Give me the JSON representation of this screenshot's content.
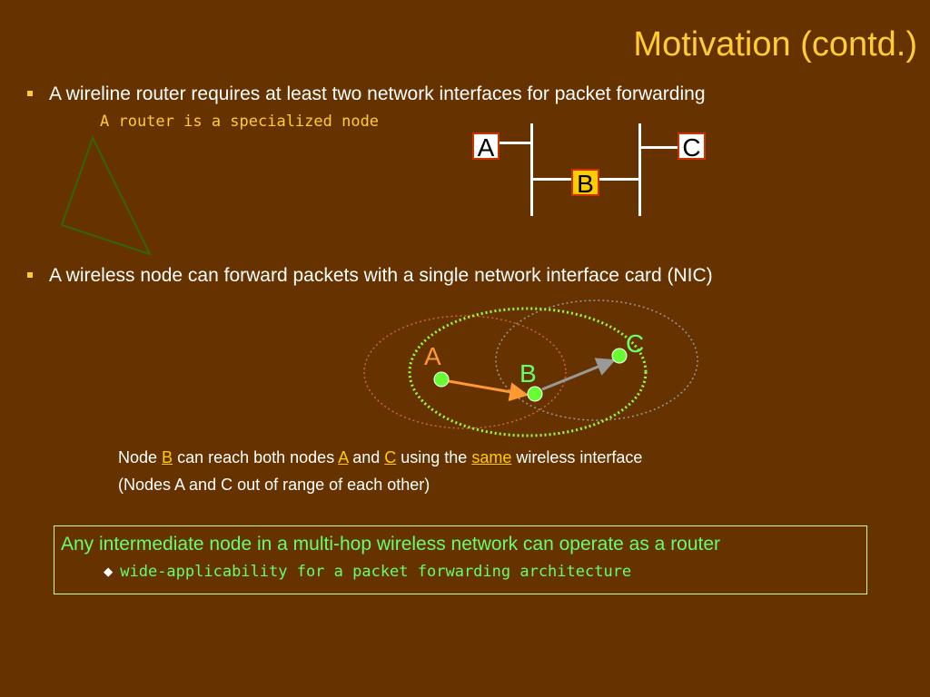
{
  "slide": {
    "title": "Motivation (contd.)",
    "bullet1": "A wireline router requires at least two network interfaces for packet forwarding",
    "router_note": "A router is a  specialized node",
    "wired_nodes": {
      "a": "A",
      "b": "B",
      "c": "C"
    },
    "bullet2": "A wireless node can forward packets with a single network interface card (NIC)",
    "wireless_nodes": {
      "a": "A",
      "b": "B",
      "c": "C"
    },
    "note": {
      "part1": "Node ",
      "b": "B",
      "part2": " can reach both nodes ",
      "a": "A",
      "part3": " and ",
      "c": "C",
      "part4": " using the ",
      "same": "same",
      "part5": " wireless interface",
      "line2": "(Nodes A and C out of range of each other)"
    },
    "conclusion": {
      "main": "Any intermediate node in a multi-hop wireless network can operate as a router",
      "diamond": "◆",
      "sub": "wide-applicability for a packet forwarding architecture"
    }
  },
  "colors": {
    "background": "#663300",
    "title": "#ffcc33",
    "green_text": "#66ff66",
    "node_fill": "#66ff33",
    "node_label": "#66ff66",
    "node_a_label": "#ff9933",
    "arrow_ab": "#ff9933",
    "arrow_bc": "#999999"
  }
}
